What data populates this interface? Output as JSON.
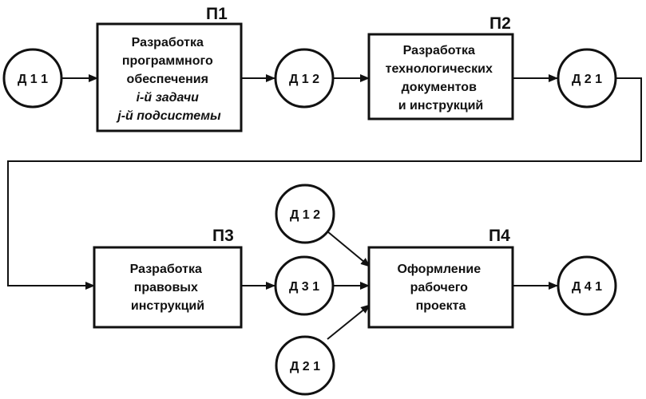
{
  "diagram": {
    "circles": {
      "d11": "Д 1 1",
      "d12a": "Д 1 2",
      "d21a": "Д 2 1",
      "d12b": "Д 1 2",
      "d31": "Д 3 1",
      "d21b": "Д 2 1",
      "d41": "Д 4 1"
    },
    "processes": {
      "p1": {
        "label": "П1",
        "lines": [
          "Разработка",
          "программного",
          "обеспечения",
          "i-й задачи",
          "j-й подсистемы"
        ]
      },
      "p2": {
        "label": "П2",
        "lines": [
          "Разработка",
          "технологических",
          "документов",
          "и инструкций"
        ]
      },
      "p3": {
        "label": "П3",
        "lines": [
          "Разработка",
          "правовых",
          "инструкций"
        ]
      },
      "p4": {
        "label": "П4",
        "lines": [
          "Оформление",
          "рабочего",
          "проекта"
        ]
      }
    }
  }
}
